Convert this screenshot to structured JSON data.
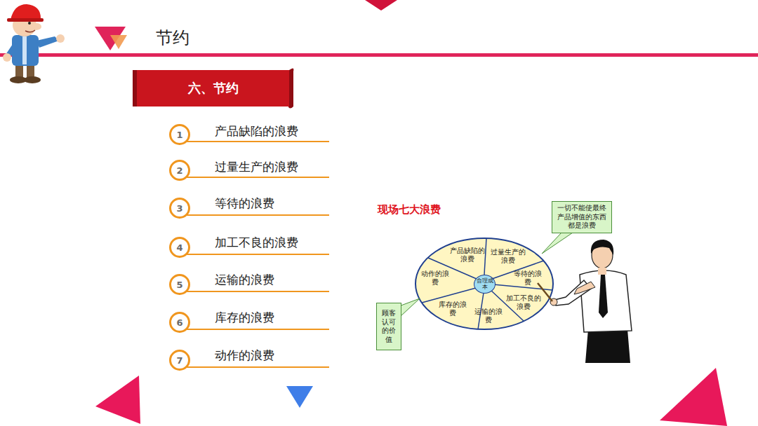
{
  "diagram": {
    "title": "节约",
    "nodes": [
      {
        "text": [
          "六、节约"
        ]
      },
      {
        "text": [
          "1"
        ]
      },
      {
        "text": [
          "2"
        ]
      },
      {
        "text": [
          "3"
        ]
      },
      {
        "text": [
          "4"
        ]
      },
      {
        "text": [
          "5"
        ]
      },
      {
        "text": [
          "6"
        ]
      },
      {
        "text": [
          "7"
        ]
      },
      {
        "text": [
          "一切不能使最终产品增值的东西都是浪费"
        ]
      },
      {
        "text": [
          "产品缺陷的浪费"
        ]
      },
      {
        "text": [
          "过量生产的浪费"
        ]
      },
      {
        "text": [
          "等待的浪费"
        ]
      },
      {
        "text": [
          "加工不良的浪费"
        ]
      },
      {
        "text": [
          "运输的浪费"
        ]
      },
      {
        "text": [
          "库存的浪费"
        ]
      },
      {
        "text": [
          "动作的浪费"
        ]
      },
      {
        "text": [
          "合理成本"
        ]
      },
      {
        "text": [
          "顾客认可的价值"
        ]
      }
    ],
    "labels": [
      "产品缺陷的浪费",
      "过量生产的浪费",
      "等待的浪费",
      "加工不良的浪费",
      "运输的浪费",
      "库存的浪费",
      "动作的浪费",
      "现场七大浪费"
    ]
  }
}
